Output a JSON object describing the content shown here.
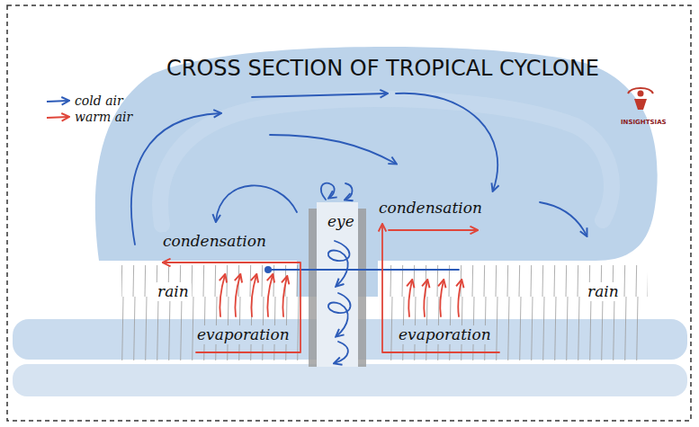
{
  "diagram": {
    "title": "CROSS SECTION OF TROPICAL CYCLONE",
    "labels": [
      "INSIGHTSIAS",
      "condensation",
      "eye",
      "condensation",
      "rain",
      "rain",
      "evaporation",
      "evaporation"
    ],
    "legend": [
      {
        "text": "cold air"
      },
      {
        "text": "warm air"
      }
    ]
  }
}
